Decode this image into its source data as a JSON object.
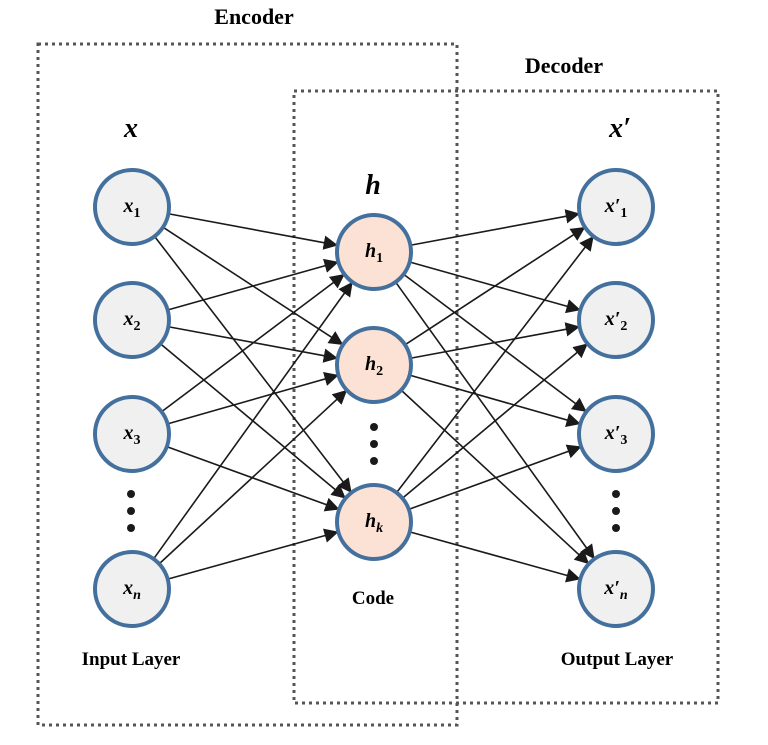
{
  "encoder": {
    "label": "Encoder"
  },
  "decoder": {
    "label": "Decoder"
  },
  "input_layer": {
    "var": "x",
    "caption": "Input Layer",
    "nodes": [
      {
        "base": "x",
        "sub": "1"
      },
      {
        "base": "x",
        "sub": "2"
      },
      {
        "base": "x",
        "sub": "3"
      },
      {
        "base": "x",
        "sub": "n"
      }
    ]
  },
  "code_layer": {
    "var": "h",
    "caption": "Code",
    "nodes": [
      {
        "base": "h",
        "sub": "1"
      },
      {
        "base": "h",
        "sub": "2"
      },
      {
        "base": "h",
        "sub": "k"
      }
    ]
  },
  "output_layer": {
    "var": "x′",
    "caption": "Output Layer",
    "nodes": [
      {
        "base": "x′",
        "sub": "1"
      },
      {
        "base": "x′",
        "sub": "2"
      },
      {
        "base": "x′",
        "sub": "3"
      },
      {
        "base": "x′",
        "sub": "n"
      }
    ]
  },
  "colors": {
    "node_fill": "#f0f0f0",
    "node_stroke": "#44709e",
    "code_fill": "#fbe2d4",
    "edge": "#1a1a1a",
    "box_border": "#555555"
  }
}
